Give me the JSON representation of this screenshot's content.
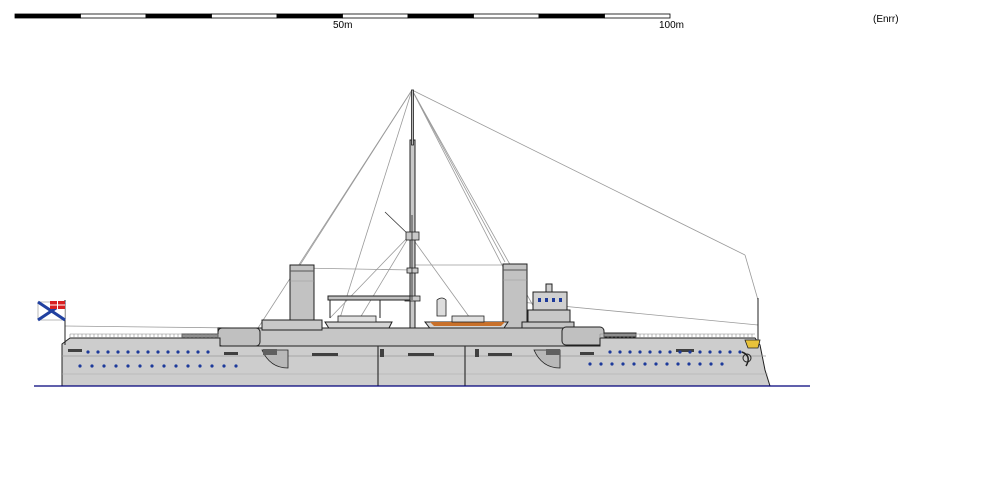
{
  "scale_bar": {
    "labels": [
      "50m",
      "100m"
    ],
    "segments": 10
  },
  "credit": "(Enrr)",
  "colors": {
    "hull": "#cdcdcd",
    "outline": "#202020",
    "waterline": "#00007a",
    "portholes": "#1d3a9b",
    "rigging": "#9a9a9a",
    "boats": "#c8702a",
    "bow_ornament": "#e8c23a",
    "flag_white": "#ffffff",
    "flag_blue": "#2040a0",
    "flag_red": "#d82020"
  }
}
